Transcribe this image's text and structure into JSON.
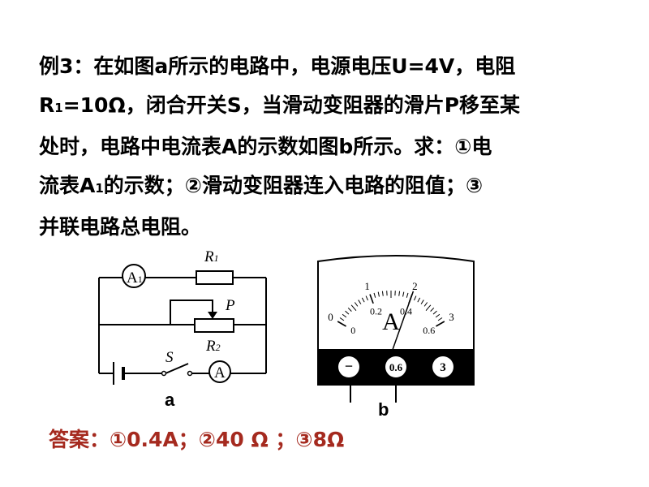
{
  "problem": {
    "line1": "例3：在如图a所示的电路中，电源电压U=4V，电阻",
    "line2_pre": "R",
    "line2_sub": "1",
    "line2_post": "=10Ω，闭合开关S，当滑动变阻器的滑片P移至某",
    "line3": "处时，电路中电流表A的示数如图b所示。求：①电",
    "line4_pre": "流表A",
    "line4_sub": "1",
    "line4_post": "的示数；②滑动变阻器连入电路的阻值；③",
    "line5": "并联电路总电阻。"
  },
  "circuit": {
    "label_a1": "A",
    "label_a1_sub": "1",
    "label_r1": "R",
    "label_r1_sub": "1",
    "label_p": "P",
    "label_r2": "R",
    "label_r2_sub": "2",
    "label_s": "S",
    "label_a": "A",
    "caption": "a"
  },
  "ammeter": {
    "scale_top": [
      "0",
      "1",
      "2",
      "3"
    ],
    "scale_bottom": [
      "0",
      "0.2",
      "0.4",
      "0.6"
    ],
    "unit": "A",
    "terminals": [
      "−",
      "0.6",
      "3"
    ],
    "pointer_fraction": 0.667,
    "caption": "b"
  },
  "answer": {
    "text": "答案：①0.4A；②40 Ω ；③8Ω"
  },
  "colors": {
    "text": "#000000",
    "answer": "#a52a1f",
    "meter_panel": "#000000"
  }
}
